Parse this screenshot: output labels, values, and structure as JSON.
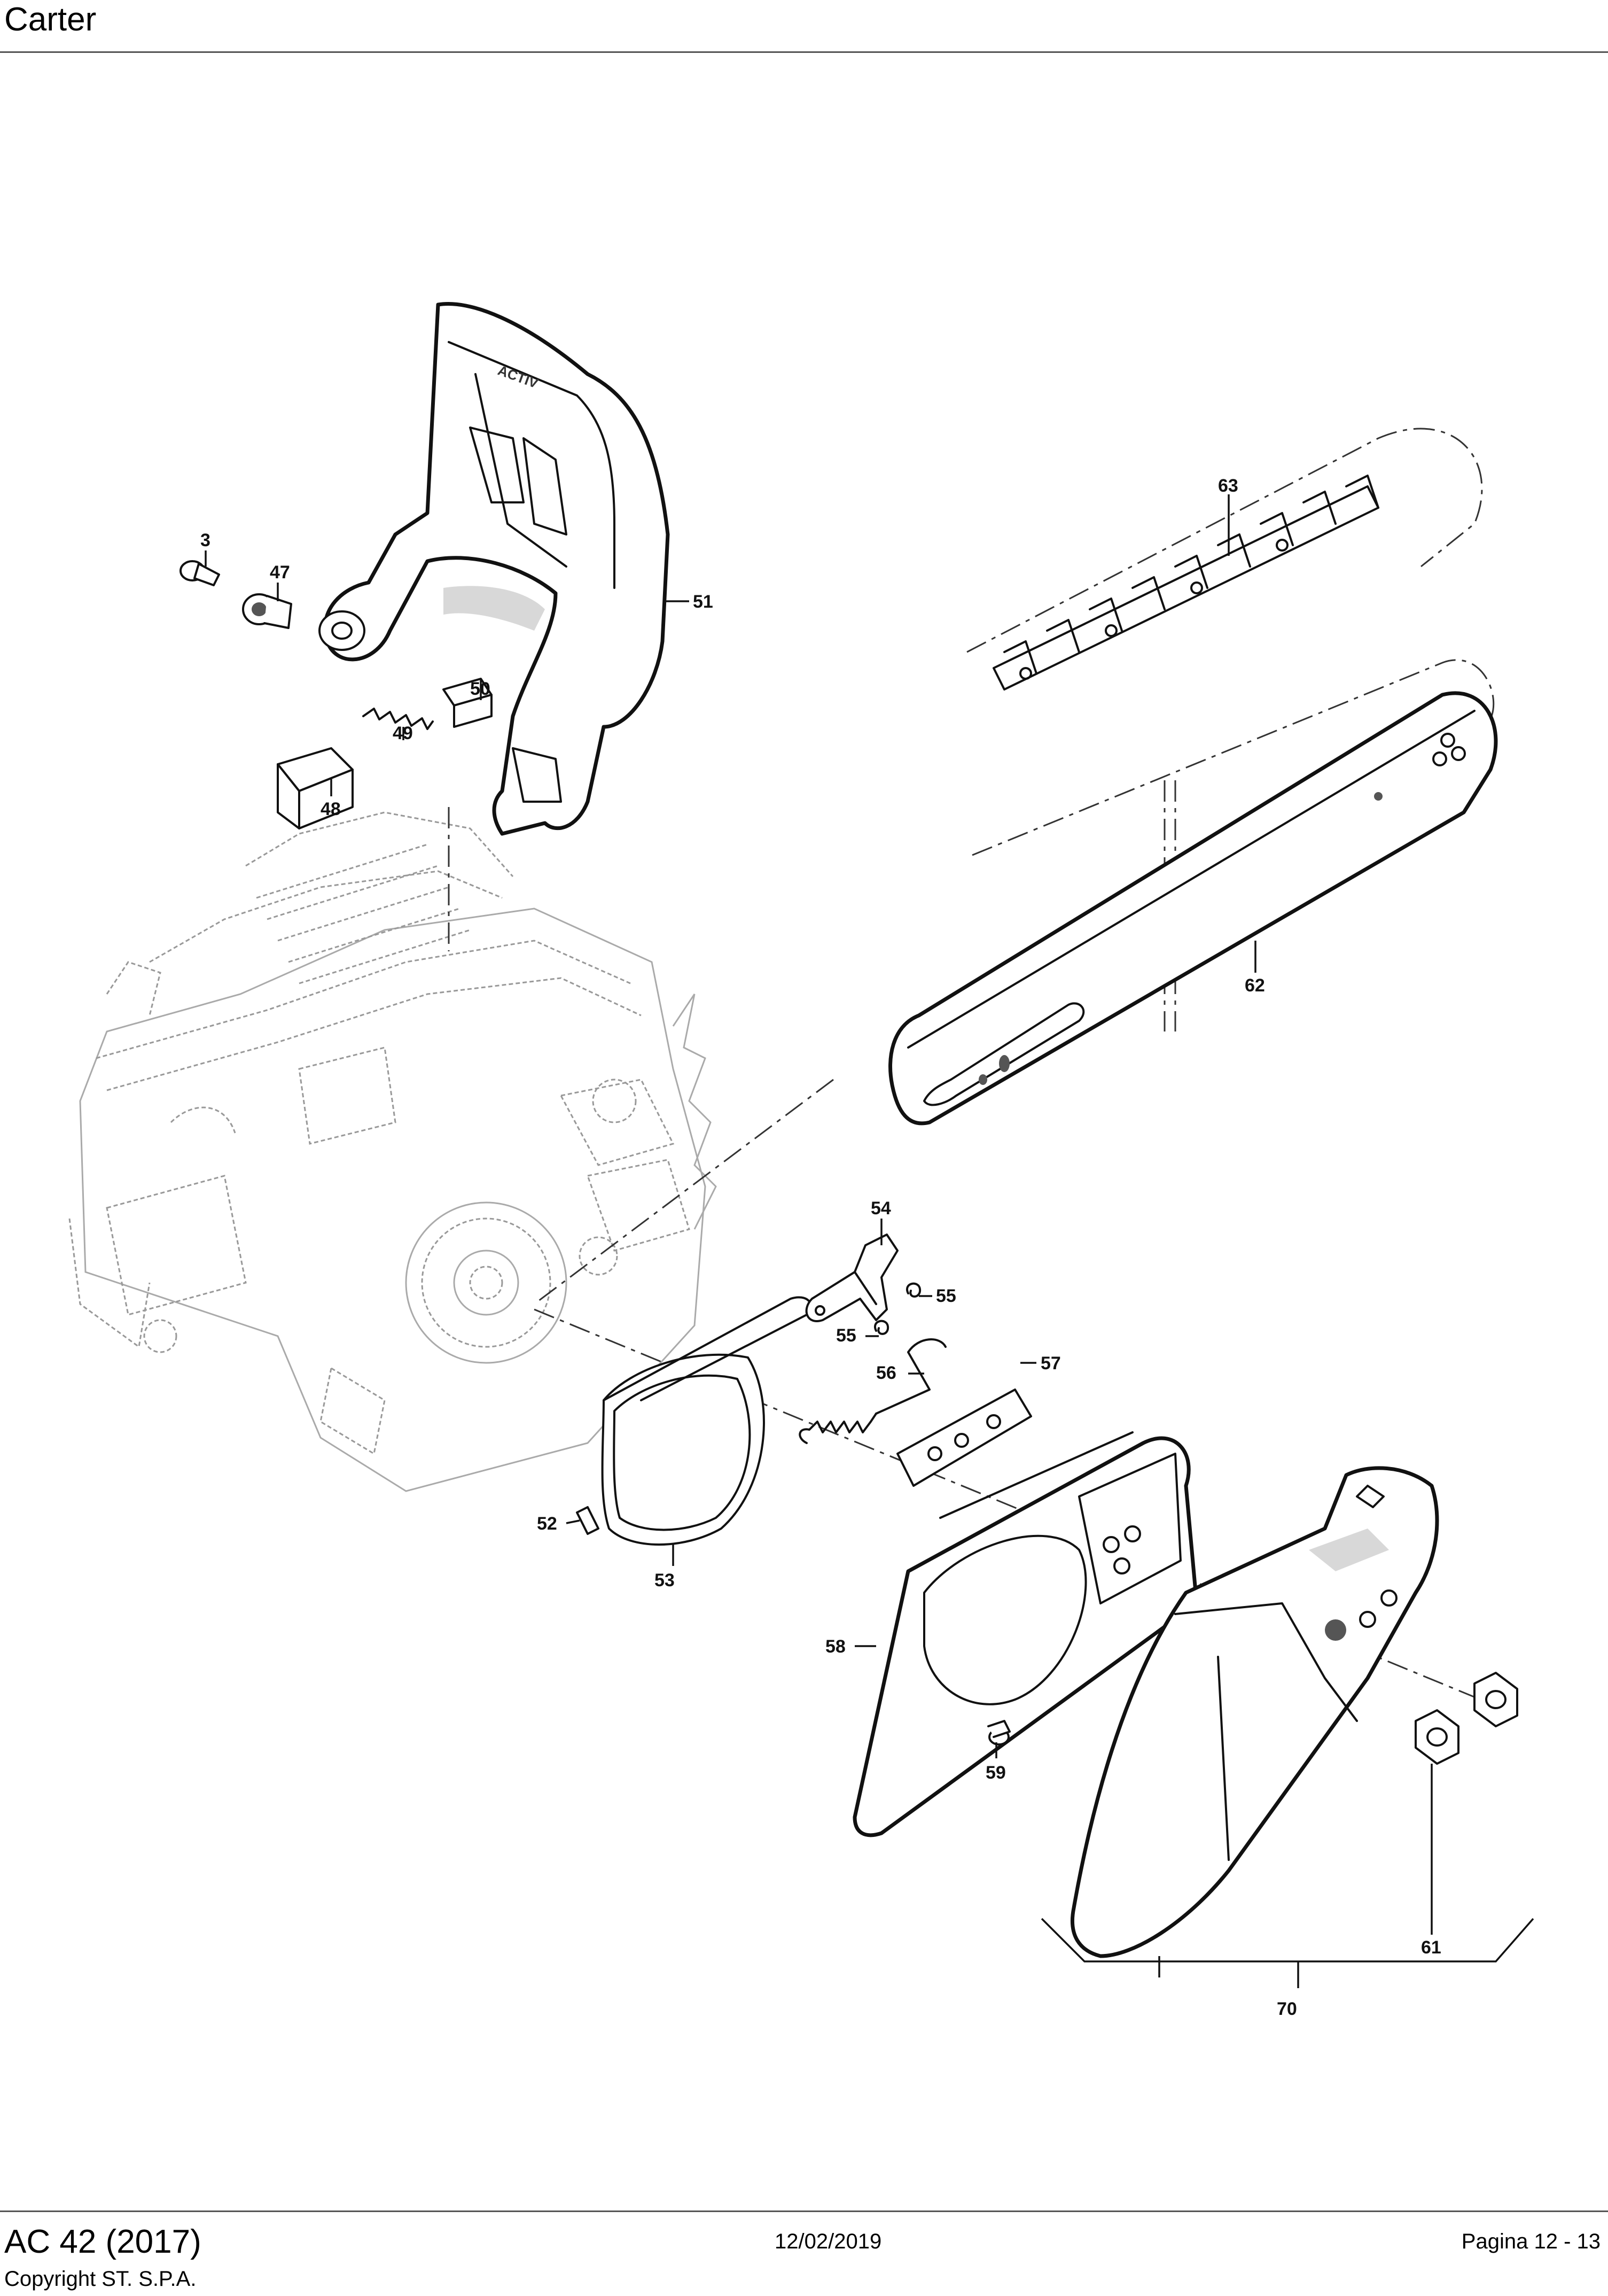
{
  "header": {
    "title": "Carter"
  },
  "footer": {
    "model": "AC 42 (2017)",
    "copyright": "Copyright ST. S.P.A.",
    "date": "12/02/2019",
    "page": "Pagina 12 - 13"
  },
  "callouts": {
    "p3": "3",
    "p47": "47",
    "p48": "48",
    "p49": "49",
    "p50": "50",
    "p51": "51",
    "p52": "52",
    "p53": "53",
    "p54": "54",
    "p55a": "55",
    "p55b": "55",
    "p56": "56",
    "p57": "57",
    "p58": "58",
    "p59": "59",
    "p61": "61",
    "p62": "62",
    "p63": "63",
    "p70": "70"
  }
}
